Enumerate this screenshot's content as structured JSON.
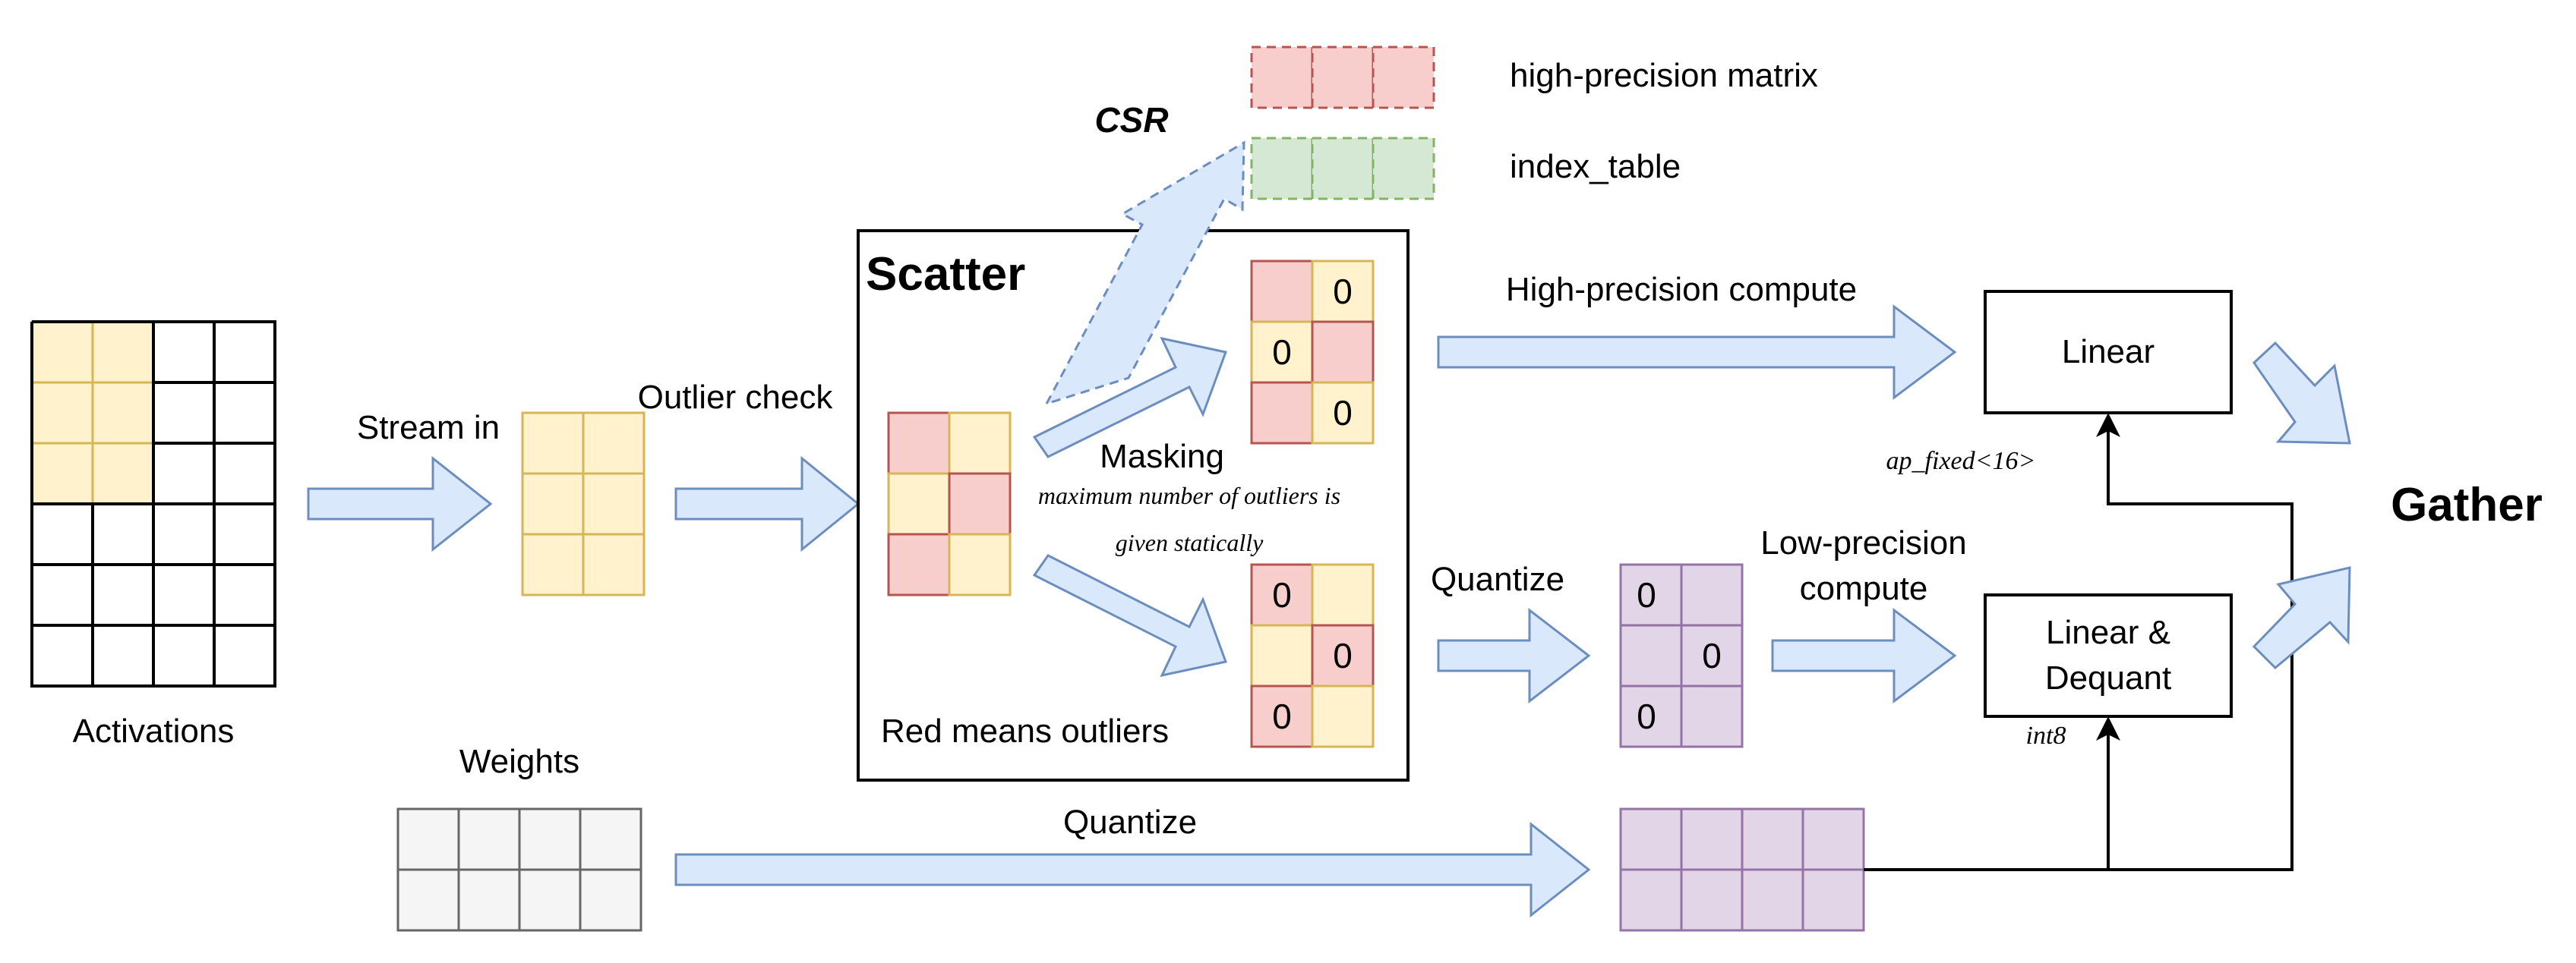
{
  "colors": {
    "yellow_fill": "#fff2cc",
    "yellow_stroke": "#d6b656",
    "red_fill": "#f8cecc",
    "red_stroke": "#b85450",
    "green_fill": "#d5e8d4",
    "green_stroke": "#82b366",
    "purple_fill": "#e1d5e7",
    "purple_stroke": "#9673a6",
    "gray_fill": "#f5f5f5",
    "gray_stroke": "#666666",
    "arrow_fill": "#dae8fc",
    "arrow_stroke": "#6c8ebf"
  },
  "legend": {
    "high_precision_label": "high-precision matrix",
    "index_table_label": "index_table"
  },
  "labels": {
    "csr": "CSR",
    "scatter": "Scatter",
    "stream_in": "Stream in",
    "outlier_check": "Outlier check",
    "activations": "Activations",
    "weights": "Weights",
    "masking": "Masking",
    "max_outliers_line1": "maximum number of outliers is",
    "max_outliers_line2": "given statically",
    "red_means": "Red means outliers",
    "high_precision_compute": "High-precision compute",
    "quantize_top": "Quantize",
    "low_precision_line1": "Low-precision",
    "low_precision_line2": "compute",
    "quantize_bottom": "Quantize",
    "linear": "Linear",
    "linear_dequant_line1": "Linear &",
    "linear_dequant_line2": "Dequant",
    "ap_fixed": "ap_fixed<16>",
    "int8": "int8",
    "gather": "Gather"
  },
  "matrix_values": {
    "hp_cells": [
      "",
      "0",
      "0",
      "",
      "",
      "0"
    ],
    "lp_cells": [
      "0",
      "",
      "",
      "0",
      "0",
      ""
    ],
    "quant_cells": [
      "0",
      "",
      "",
      "0",
      "0",
      ""
    ]
  }
}
